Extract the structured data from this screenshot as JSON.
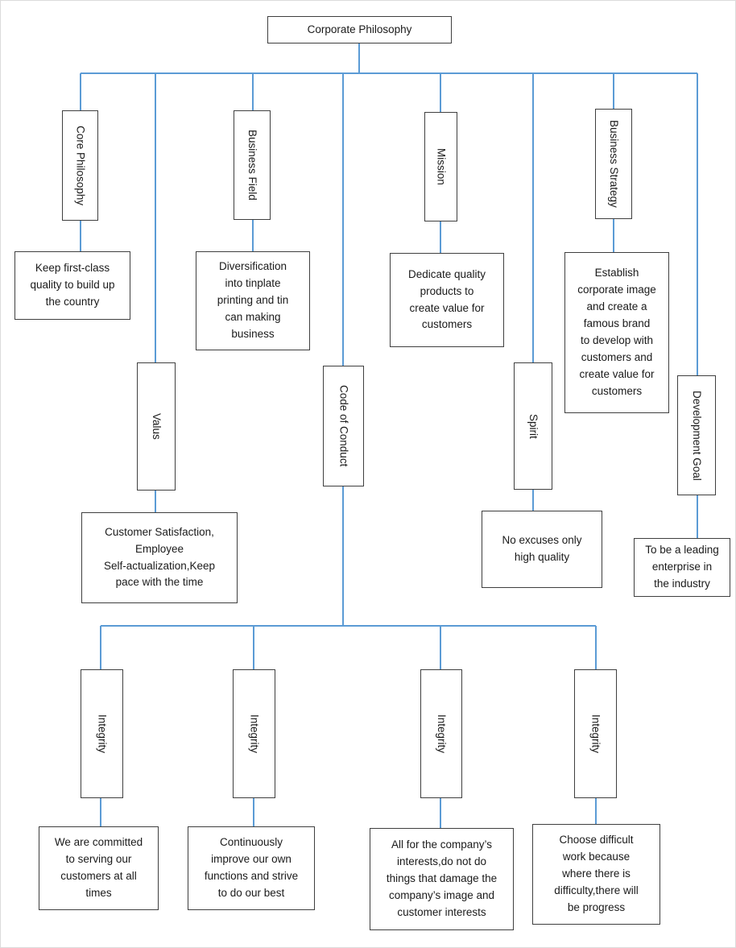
{
  "diagram": {
    "type": "org-chart",
    "title": "Corporate Philosophy",
    "line_color": "#5b9bd5",
    "box_border_color": "#3f3f3f",
    "background": "#ffffff",
    "root": {
      "label": "Corporate Philosophy"
    },
    "pillars": [
      {
        "key": "core-philosophy",
        "label": "Core Philosophy",
        "orientation": "vertical",
        "detail": "Keep first-class\nquality to build up\nthe country"
      },
      {
        "key": "valus",
        "label": "Valus",
        "orientation": "vertical",
        "detail": "Customer Satisfaction,\nEmployee\nSelf-actualization,Keep\npace with the time"
      },
      {
        "key": "business-field",
        "label": "Business Field",
        "orientation": "vertical",
        "detail": "Diversification\ninto tinplate\nprinting and tin\ncan making\nbusiness"
      },
      {
        "key": "code-of-conduct",
        "label": "Code of Conduct",
        "orientation": "vertical",
        "detail": null
      },
      {
        "key": "mission",
        "label": "Mission",
        "orientation": "vertical",
        "detail": "Dedicate quality\nproducts to\ncreate value for\ncustomers"
      },
      {
        "key": "spirit",
        "label": "Spirit",
        "orientation": "vertical",
        "detail": "No excuses only\nhigh quality"
      },
      {
        "key": "business-strategy",
        "label": "Business Strategy",
        "orientation": "vertical",
        "detail": "Establish\ncorporate image\nand create a\nfamous brand\nto develop with\ncustomers and\ncreate value for\ncustomers"
      },
      {
        "key": "development-goal",
        "label": "Development Goal",
        "orientation": "vertical",
        "detail": "To be a leading\nenterprise in\nthe industry"
      }
    ],
    "conduct_children": [
      {
        "key": "integrity-1",
        "label": "Integrity",
        "orientation": "vertical",
        "detail": "We are committed\nto serving our\ncustomers at all\ntimes"
      },
      {
        "key": "integrity-2",
        "label": "Integrity",
        "orientation": "vertical",
        "detail": "Continuously\nimprove our own\nfunctions and strive\nto do our best"
      },
      {
        "key": "integrity-3",
        "label": "Integrity",
        "orientation": "vertical",
        "detail": "All for the company’s\ninterests,do not do\nthings that damage the\ncompany’s image and\ncustomer interests"
      },
      {
        "key": "integrity-4",
        "label": "Integrity",
        "orientation": "vertical",
        "detail": "Choose difficult\nwork because\nwhere there is\ndifficulty,there will\nbe progress"
      }
    ]
  }
}
